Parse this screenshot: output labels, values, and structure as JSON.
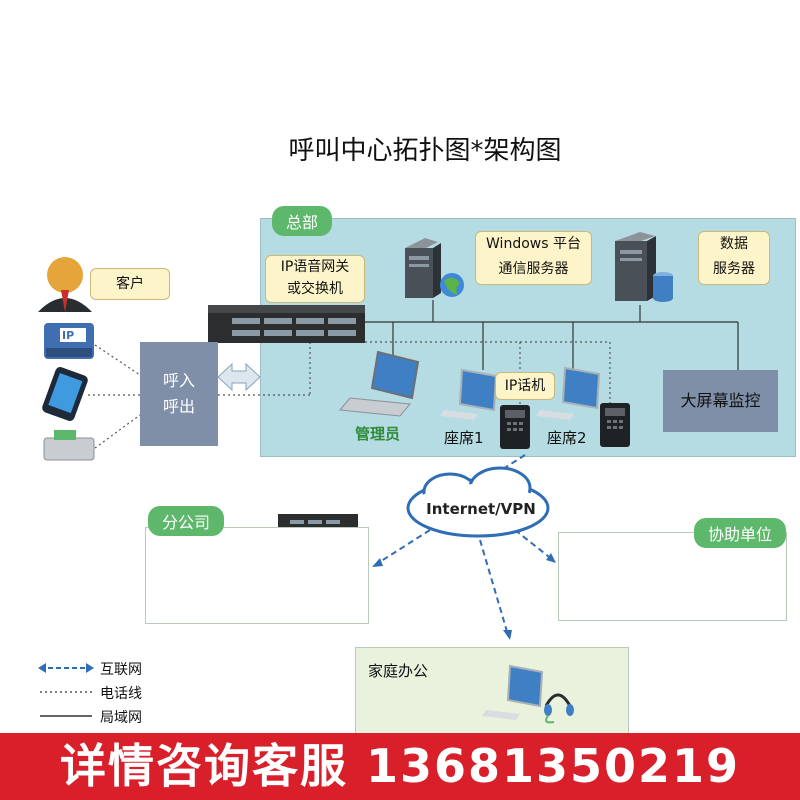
{
  "title": "呼叫中心拓扑图*架构图",
  "hq": {
    "tag": "总部",
    "gateway_line1": "IP语音网关",
    "gateway_line2": "或交换机",
    "windows_line1": "Windows 平台",
    "windows_line2": "通信服务器",
    "db_line1": "数据",
    "db_line2": "服务器",
    "admin": "管理员",
    "ip_phone": "IP话机",
    "seat1": "座席1",
    "seat2": "座席2",
    "monitor": "大屏幕监控"
  },
  "customer": "客户",
  "callbox_line1": "呼入",
  "callbox_line2": "呼出",
  "ip_icon": "IP",
  "cloud": "Internet/VPN",
  "branch": {
    "tag": "分公司"
  },
  "assist": {
    "tag": "协助单位"
  },
  "home": {
    "label": "家庭办公"
  },
  "legend": [
    "互联网",
    "电话线",
    "局域网"
  ],
  "banner": "详情咨询客服 13681350219",
  "colors": {
    "hq_bg": "#b5dbe3",
    "tag_green": "#5eb86b",
    "banner_red": "#d81f2a",
    "box": "#7f8fa8"
  }
}
